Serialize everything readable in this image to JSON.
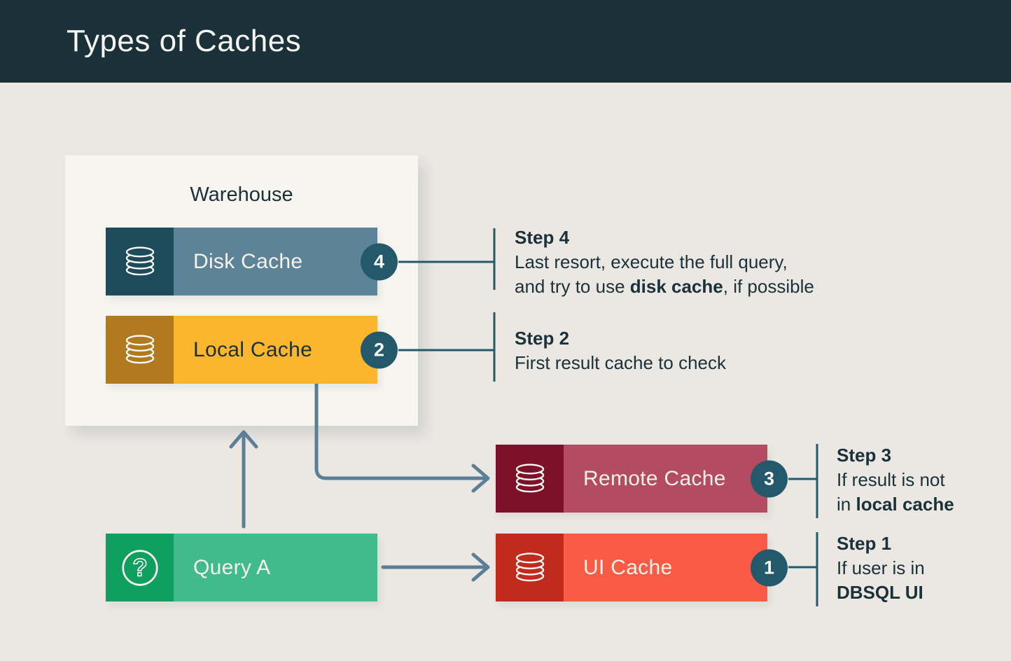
{
  "header": {
    "title": "Types of Caches"
  },
  "nodes": {
    "warehouse": {
      "label": "Warehouse"
    },
    "disk": {
      "label": "Disk Cache",
      "badge": "4",
      "icon": "database-icon"
    },
    "local": {
      "label": "Local Cache",
      "badge": "2",
      "icon": "database-icon"
    },
    "remote": {
      "label": "Remote Cache",
      "badge": "3",
      "icon": "database-icon"
    },
    "ui": {
      "label": "UI Cache",
      "badge": "1",
      "icon": "database-icon"
    },
    "query": {
      "label": "Query A",
      "icon": "question-mark-icon"
    }
  },
  "steps": {
    "step4": {
      "title": "Step 4",
      "line1": "Last resort, execute the full query,",
      "line2_pre": "and try to use ",
      "line2_bold": "disk cache",
      "line2_post": ", if possible"
    },
    "step2": {
      "title": "Step 2",
      "line1": "First result cache to check"
    },
    "step3": {
      "title": "Step 3",
      "line1": "If result is not",
      "line2_pre": "in ",
      "line2_bold": "local cache",
      "line2_post": ""
    },
    "step1": {
      "title": "Step 1",
      "line1": "If user is in",
      "line2_bold": "DBSQL UI"
    }
  },
  "colors": {
    "header_bg": "#1B3139",
    "title_color": "#F7F5F1",
    "canvas_bg": "#EBE8E3",
    "panel_bg": "#F7F5F0",
    "ink": "#1B3139",
    "disk_icon_bg": "#1D4B5A",
    "disk_bar_bg": "#5C8397",
    "local_icon_bg": "#B17A20",
    "local_bar_bg": "#FCB62D",
    "remote_icon_bg": "#7C1129",
    "remote_bar_bg": "#B44B60",
    "ui_icon_bg": "#C22A1E",
    "ui_bar_bg": "#FB5B44",
    "query_icon_bg": "#0FA05F",
    "query_bar_bg": "#41BA8C",
    "badge_bg": "#24586B",
    "arrow": "#5C7F95",
    "connector": "#24586B"
  }
}
